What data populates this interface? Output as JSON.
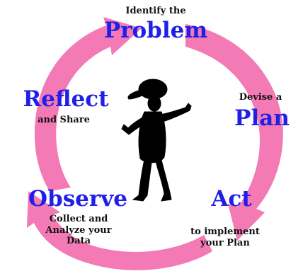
{
  "steps": {
    "problem": {
      "pre": "Identify the",
      "title": "Problem"
    },
    "plan": {
      "pre": "Devise a",
      "title": "Plan"
    },
    "act": {
      "title": "Act",
      "post": "to implement your Plan"
    },
    "observe": {
      "title": "Observe",
      "post": "Collect and Analyze your Data"
    },
    "reflect": {
      "title": "Reflect",
      "post": "and Share"
    }
  },
  "colors": {
    "arrow": "#f37ab4",
    "title": "#1f1fe8",
    "text": "#111111",
    "figure": "#000000"
  },
  "figure_icon": "thinking-person-icon"
}
